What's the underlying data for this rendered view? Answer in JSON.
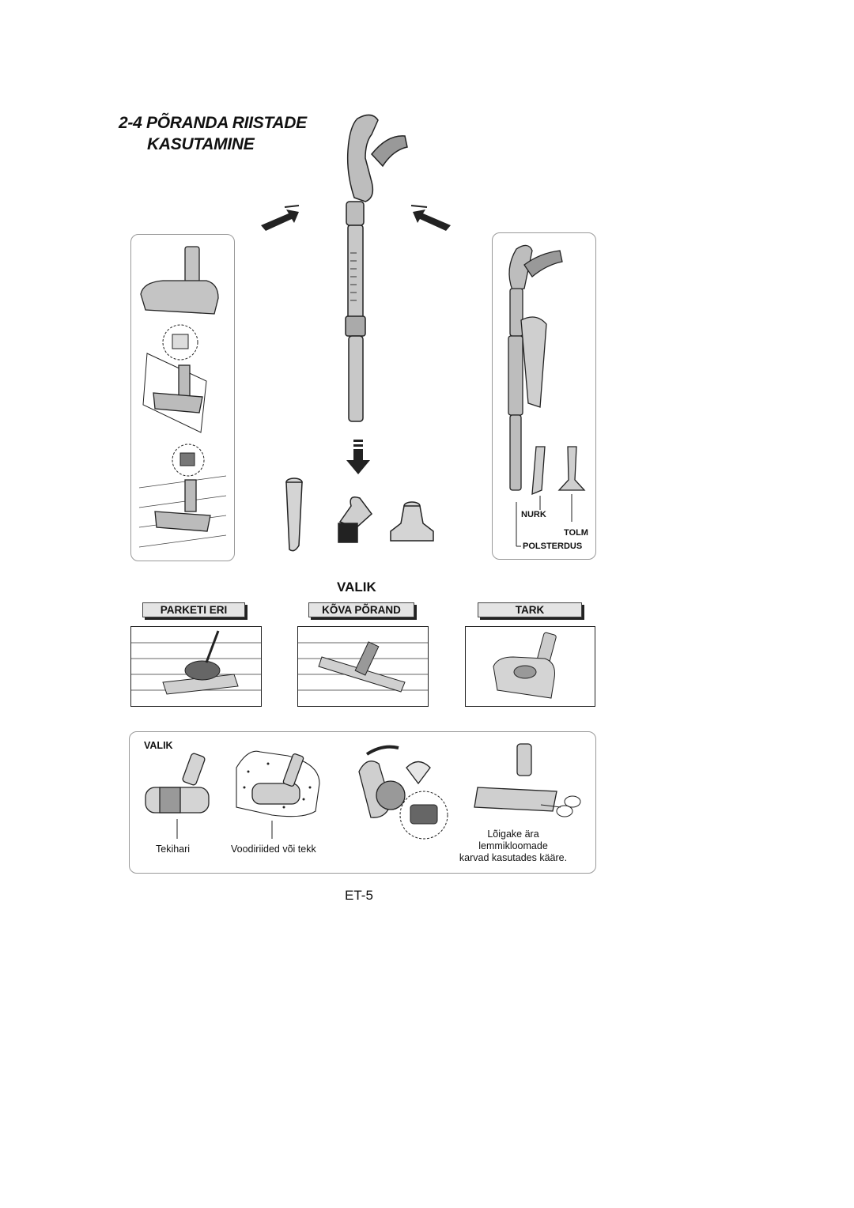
{
  "title": {
    "line1": "2-4 PÕRANDA RIISTADE",
    "line2": "KASUTAMINE"
  },
  "accessories": {
    "nurk": "NURK",
    "tolm": "TOLM",
    "polsterdus": "POLSTERDUS"
  },
  "options": {
    "heading": "VALIK",
    "parketi": "PARKETI ERI",
    "kova": "KÕVA PÕRAND",
    "tark": "TARK"
  },
  "bottom_panel": {
    "heading": "VALIK",
    "tekihari": "Tekihari",
    "voodi": "Voodiriided või tekk",
    "cut_line1": "Lõigake ära",
    "cut_line2": "lemmikloomade",
    "cut_line3": "karvad kasutades kääre."
  },
  "page_number": "ET-5"
}
